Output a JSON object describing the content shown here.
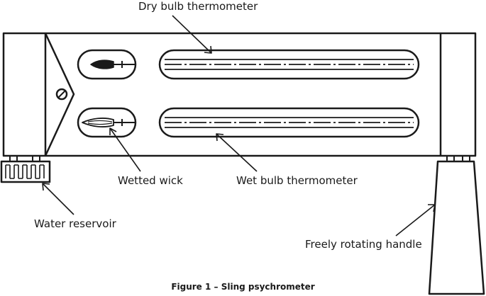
{
  "labels": {
    "dry_bulb": "Dry bulb thermometer",
    "wetted_wick": "Wetted wick",
    "wet_bulb": "Wet bulb thermometer",
    "water_reservoir": "Water reservoir",
    "handle": "Freely rotating handle"
  },
  "caption": "Figure 1 – Sling psychrometer",
  "colors": {
    "ink": "#1a1a1a",
    "background": "#ffffff"
  }
}
